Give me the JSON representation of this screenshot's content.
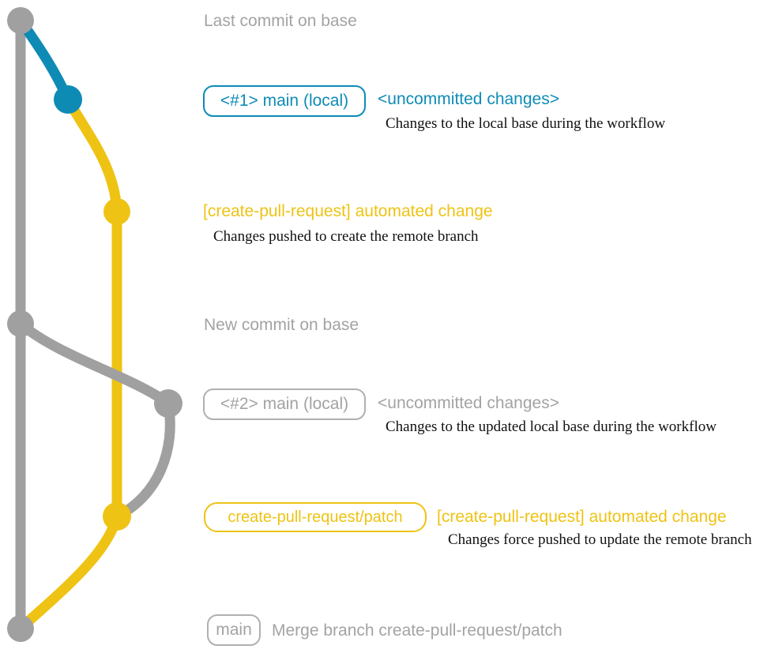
{
  "colors": {
    "gray_branch": "#a0a0a0",
    "blue_branch": "#0e8bb5",
    "yellow_branch": "#eec314",
    "gray_text": "#a3a3a3",
    "description_text": "#111111"
  },
  "rows": {
    "top": {
      "label": "Last commit on base"
    },
    "local1": {
      "badge": "<#1> main (local)",
      "heading": "<uncommitted changes>",
      "description": "Changes to the local base during the workflow"
    },
    "push1": {
      "heading": "[create-pull-request] automated change",
      "description": "Changes pushed to create the remote branch"
    },
    "newbase": {
      "label": "New commit on base"
    },
    "local2": {
      "badge": "<#2> main (local)",
      "heading": "<uncommitted changes>",
      "description": "Changes to the updated local base during the workflow"
    },
    "push2": {
      "badge": "create-pull-request/patch",
      "heading": "[create-pull-request] automated change",
      "description": "Changes force pushed to update the remote branch"
    },
    "merge": {
      "badge": "main",
      "label": "Merge branch create-pull-request/patch"
    }
  }
}
